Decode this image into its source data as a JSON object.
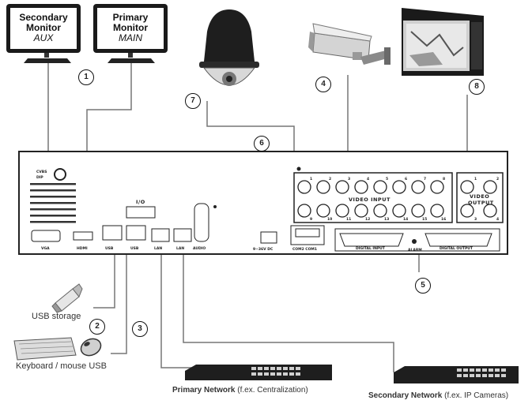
{
  "monitors": [
    {
      "title": "Secondary Monitor",
      "subtitle": "AUX"
    },
    {
      "title": "Primary Monitor",
      "subtitle": "MAIN"
    }
  ],
  "callouts": [
    "1",
    "2",
    "3",
    "4",
    "5",
    "6",
    "7",
    "8"
  ],
  "captions": {
    "usb_storage": "USB storage",
    "keyboard_mouse": "Keyboard / mouse USB",
    "primary_network_bold": "Primary Network",
    "primary_network_rest": " (f.ex. Centralization)",
    "secondary_network_bold": "Secondary Network",
    "secondary_network_rest": " (f.ex. IP Cameras)"
  },
  "panel_labels": {
    "video_input": "VIDEO  INPUT",
    "video_output_1": "VIDEO",
    "video_output_2": "OUTPUT",
    "digital_input": "DIGITAL  INPUT",
    "alarm": "ALARM",
    "digital_output": "DIGITAL  OUTPUT",
    "vga": "VGA",
    "hdmi": "HDMI",
    "usb1": "USB",
    "usb2": "USB",
    "lan1": "LAN",
    "lan2": "LAN",
    "audio": "AUDIO",
    "power": "9~36V DC",
    "com": "COM2 COM1",
    "io": "I/O"
  },
  "video_input_numbers_top": [
    "1",
    "2",
    "3",
    "4",
    "5",
    "6",
    "7",
    "8"
  ],
  "video_input_numbers_bottom": [
    "9",
    "10",
    "11",
    "12",
    "13",
    "14",
    "15",
    "16"
  ],
  "video_output_numbers": [
    "1",
    "2",
    "3",
    "4"
  ]
}
